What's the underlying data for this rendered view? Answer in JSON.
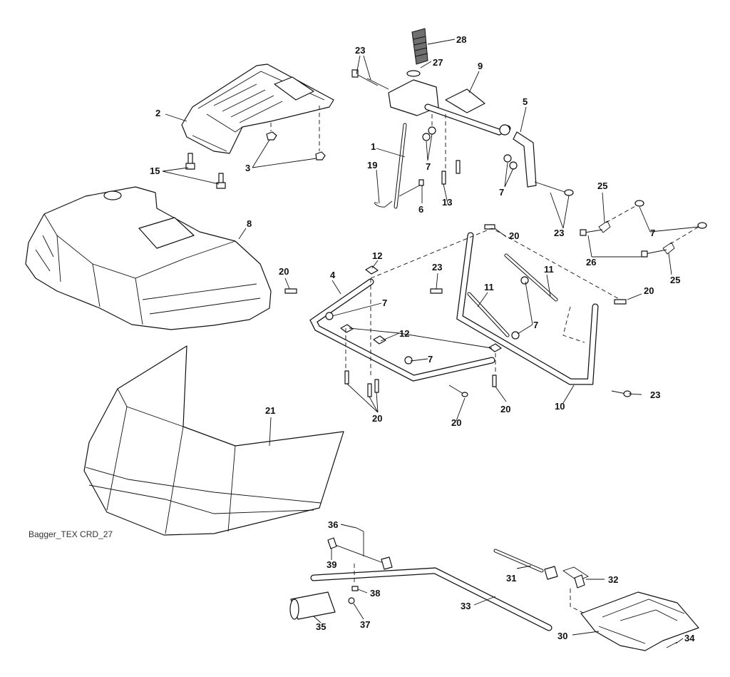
{
  "caption": "Bagger_TEX CRD_27",
  "callouts": {
    "c28": "28",
    "c27": "27",
    "c23a": "23",
    "c9": "9",
    "c2": "2",
    "c5": "5",
    "c1": "1",
    "c19": "19",
    "c7a": "7",
    "c7b": "7",
    "c13": "13",
    "c6": "6",
    "c15": "15",
    "c3": "3",
    "c25a": "25",
    "c7c": "7",
    "c23b": "23",
    "c26": "26",
    "c25b": "25",
    "c8": "8",
    "c20a": "20",
    "c12a": "12",
    "c20b": "20",
    "c4": "4",
    "c23c": "23",
    "c11a": "11",
    "c11b": "11",
    "c20c": "20",
    "c7d": "7",
    "c7e": "7",
    "c12b": "12",
    "c7f": "7",
    "c20d": "20",
    "c20e": "20",
    "c20f": "20",
    "c10": "10",
    "c23d": "23",
    "c21": "21",
    "c36": "36",
    "c39": "39",
    "c31": "31",
    "c32": "32",
    "c38": "38",
    "c33": "33",
    "c35": "35",
    "c37": "37",
    "c30": "30",
    "c34": "34"
  }
}
